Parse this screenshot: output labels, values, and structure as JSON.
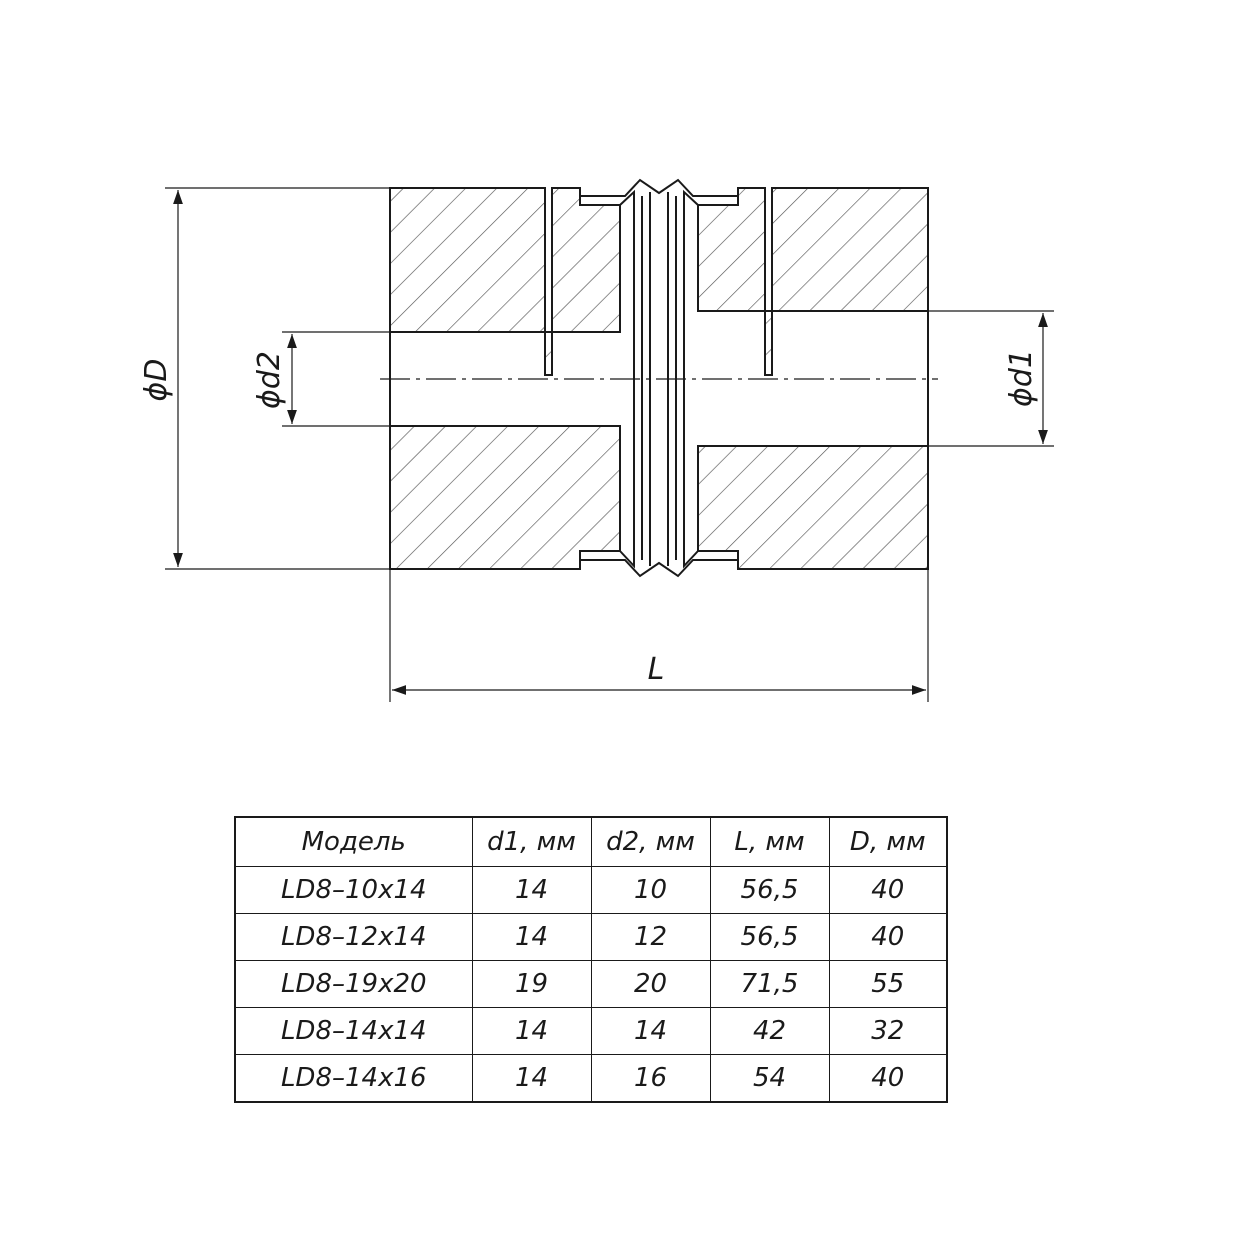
{
  "dimensions": {
    "outer_diameter": "ϕD",
    "bore_left": "ϕd2",
    "bore_right": "ϕd1",
    "length": "L"
  },
  "colors": {
    "line": "#1a1a1a",
    "hatch": "#555555"
  },
  "table": {
    "headers": [
      "Модель",
      "d1, мм",
      "d2, мм",
      "L, мм",
      "D, мм"
    ],
    "rows": [
      [
        "LD8–10x14",
        "14",
        "10",
        "56,5",
        "40"
      ],
      [
        "LD8–12x14",
        "14",
        "12",
        "56,5",
        "40"
      ],
      [
        "LD8–19x20",
        "19",
        "20",
        "71,5",
        "55"
      ],
      [
        "LD8–14x14",
        "14",
        "14",
        "42",
        "32"
      ],
      [
        "LD8–14x16",
        "14",
        "16",
        "54",
        "40"
      ]
    ]
  }
}
